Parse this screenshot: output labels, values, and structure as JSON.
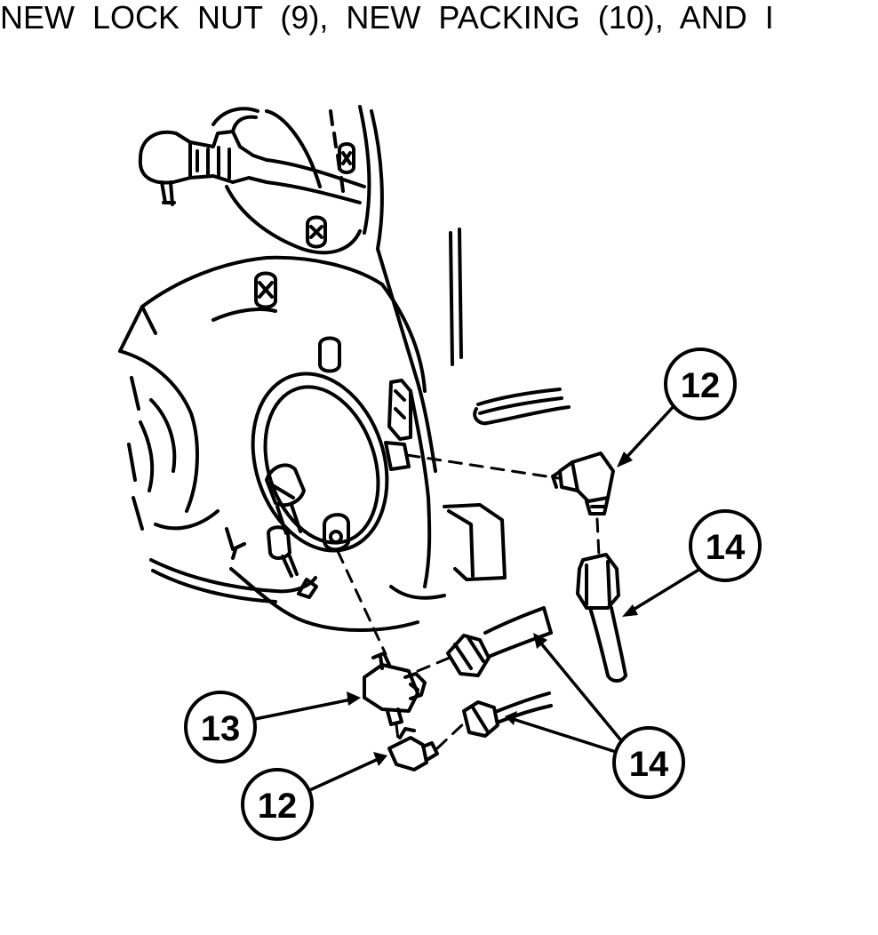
{
  "header": {
    "text": "NEW LOCK NUT (9), NEW PACKING (10), AND I"
  },
  "callouts": [
    {
      "id": "callout-12-top",
      "label": "12"
    },
    {
      "id": "callout-14-right",
      "label": "14"
    },
    {
      "id": "callout-13",
      "label": "13"
    },
    {
      "id": "callout-12-bottom",
      "label": "12"
    },
    {
      "id": "callout-14-bottom",
      "label": "14"
    }
  ],
  "colors": {
    "ink": "#000000",
    "paper": "#ffffff"
  }
}
